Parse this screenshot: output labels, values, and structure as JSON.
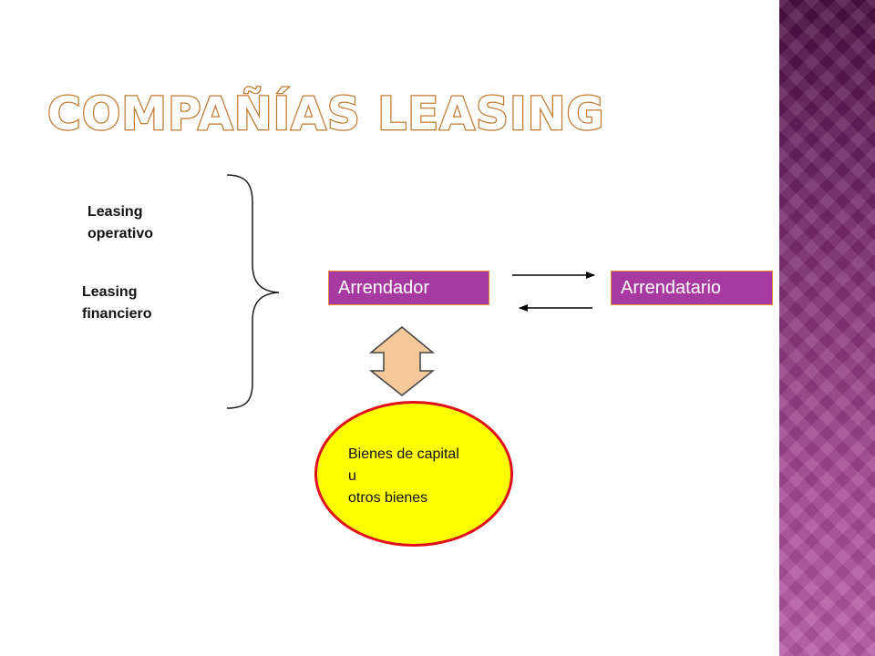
{
  "title": "COMPAÑÍAS LEASING",
  "left_labels": {
    "operativo": "Leasing\noperativo",
    "financiero": "Leasing\nfinanciero"
  },
  "boxes": {
    "arrendador": "Arrendador",
    "arrendatario": "Arrendatario"
  },
  "ellipse": {
    "text": "Bienes de capital\nu\notros bienes"
  },
  "colors": {
    "box_fill": "#a63aa0",
    "box_border": "#e08a3a",
    "ellipse_fill": "#ffff00",
    "ellipse_border": "#e0101a",
    "double_arrow_fill": "#f5c89a",
    "title_outline": "#c0792e",
    "side_band": "#7a2f72"
  }
}
